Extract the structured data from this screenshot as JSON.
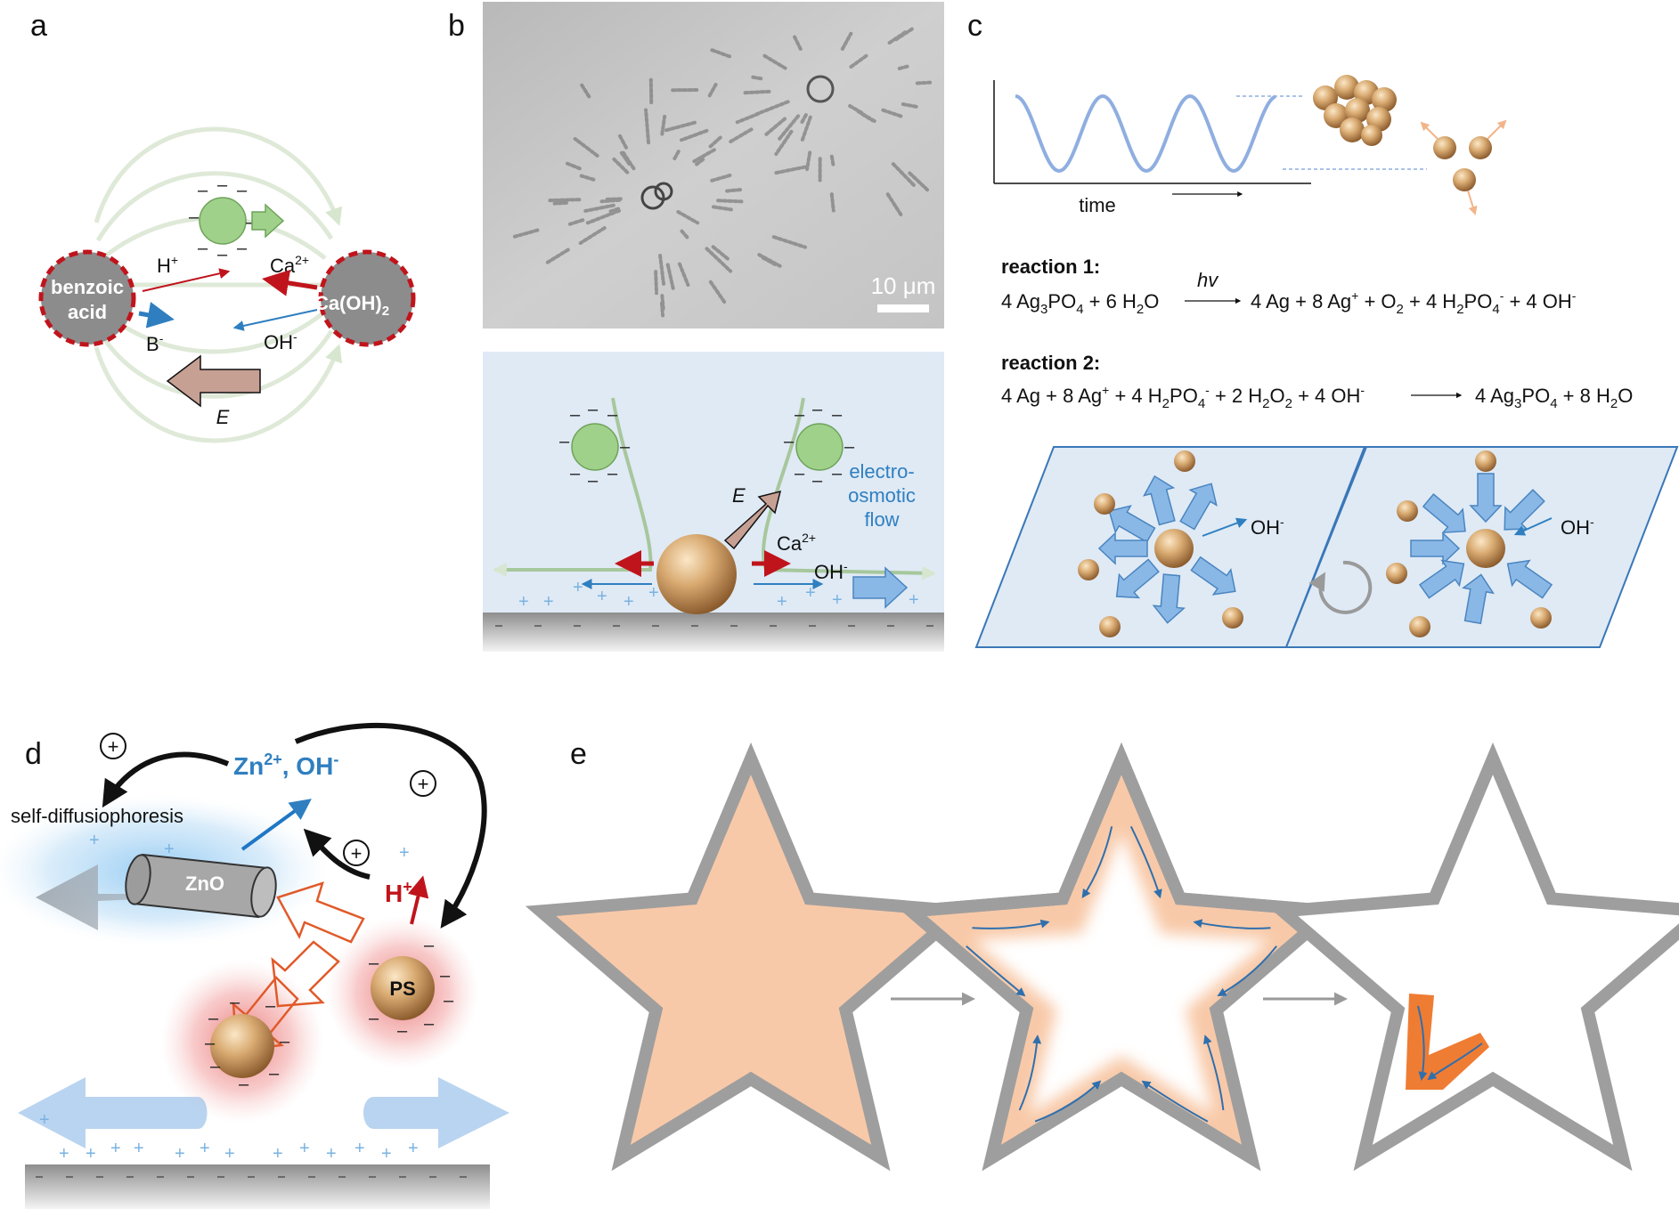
{
  "panels": {
    "a": {
      "label": "a",
      "left_particle": "benzoic",
      "left_particle_2": "acid",
      "right_particle": "Ca(OH)",
      "right_particle_sub": "2",
      "h_plus": "H",
      "h_plus_sup": "+",
      "ca": "Ca",
      "ca_sup": "2+",
      "b_minus": "B",
      "b_minus_sup": "-",
      "oh": "OH",
      "oh_sup": "-",
      "field": "E",
      "colors": {
        "particle_gray": "#8c8c8c",
        "dash_red": "#c0141c",
        "field_lines": "#dfe9d8",
        "tracer_green": "#9fd18a",
        "e_arrow": "#c7a094"
      }
    },
    "b": {
      "label": "b",
      "scale_bar": "10 μm",
      "field": "E",
      "ca": "Ca",
      "ca_sup": "2+",
      "oh": "OH",
      "oh_sup": "-",
      "flow_1": "electro-",
      "flow_2": "osmotic",
      "flow_3": "flow",
      "colors": {
        "bg": "#dfeaf5",
        "substrate": "#9a9a9a",
        "flow_blue": "#8ab8e6"
      }
    },
    "c": {
      "label": "c",
      "time_label": "time",
      "reaction1_title": "reaction 1:",
      "reaction1_hv": "hv",
      "reaction2_title": "reaction 2:",
      "oh": "OH",
      "oh_sup": "-",
      "colors": {
        "wave": "#8faee0",
        "panel_bg": "#dfeaf5",
        "arrow_blue": "#8ab8e6",
        "ag_particle": "#c9a06a"
      }
    },
    "d": {
      "label": "d",
      "plus_sign": "+",
      "zn_ions": "Zn",
      "zn_sup": "2+",
      "zn_rest": ", OH",
      "zn_rest_sup": "-",
      "self_diff": "self-diffusiophoresis",
      "zno": "ZnO",
      "h_plus": "H",
      "h_plus_sup": "+",
      "ps": "PS",
      "colors": {
        "blue_ions": "#1f77c4",
        "red": "#c0141c",
        "glow_red": "#f29a9a",
        "glow_blue": "#a9d3f2"
      }
    },
    "e": {
      "label": "e",
      "colors": {
        "star_fill": "#f8c9a8",
        "star_border": "#9e9e9e",
        "accent_orange": "#ef7c33",
        "arrows": "#2f6fad"
      }
    }
  }
}
